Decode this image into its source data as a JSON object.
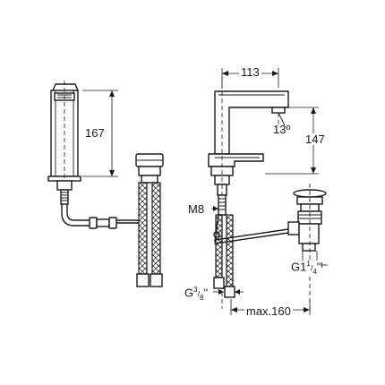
{
  "dimensions": {
    "height_left": "167",
    "spout_reach": "113",
    "spout_angle": "13º",
    "height_right": "147",
    "thread_m8": "M8",
    "inlet_thread": {
      "prefix": "G",
      "num": "3",
      "den": "8",
      "suffix": "\""
    },
    "waste_thread": {
      "prefix": "G",
      "whole": "1",
      "num": "1",
      "den": "4",
      "suffix": "\""
    },
    "max_distance": "max.160"
  }
}
